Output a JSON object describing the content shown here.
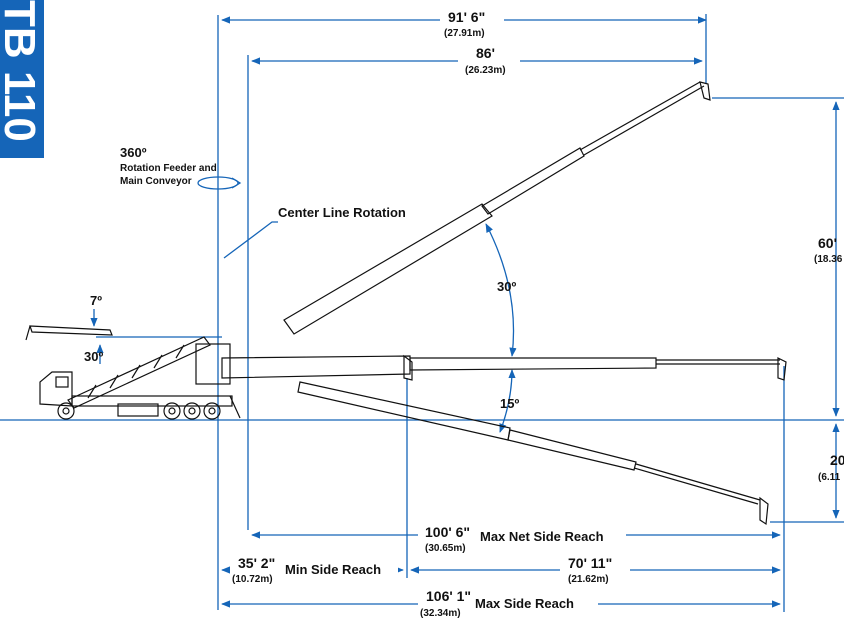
{
  "model_tab": "TB 110",
  "rotation": {
    "degrees": "360º",
    "line1": "Rotation Feeder and",
    "line2": "Main Conveyor"
  },
  "center_line_label": "Center Line Rotation",
  "angles": {
    "feeder_tilt": "7º",
    "feeder_angle": "30º",
    "boom_up": "30º",
    "boom_down": "15º"
  },
  "dims": {
    "top_outer": {
      "ft": "91' 6\"",
      "m": "(27.91m)"
    },
    "top_inner": {
      "ft": "86'",
      "m": "(26.23m)"
    },
    "height_up": {
      "ft": "60'",
      "m": "(18.36"
    },
    "height_down": {
      "ft": "20",
      "m": "(6.11"
    },
    "net_side_reach": {
      "ft": "100' 6\"",
      "m": "(30.65m)",
      "label": "Max Net Side Reach"
    },
    "min_side_reach": {
      "ft": "35' 2\"",
      "m": "(10.72m)",
      "label": "Min Side Reach"
    },
    "diff": {
      "ft": "70' 11\"",
      "m": "(21.62m)"
    },
    "side_reach": {
      "ft": "106' 1\"",
      "m": "(32.34m)",
      "label": "Max Side Reach"
    }
  },
  "colors": {
    "accent": "#1565b8",
    "line": "#111111"
  }
}
